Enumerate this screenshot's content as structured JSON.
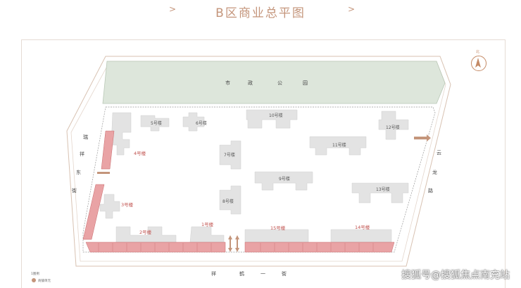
{
  "header": {
    "title": "B区商业总平图",
    "prev_arrow": ">",
    "next_arrow": ">"
  },
  "compass": {
    "north": "北"
  },
  "streets": {
    "top": [
      "市",
      "政",
      "公",
      "园"
    ],
    "bottom": [
      "祥",
      "鹤",
      "一",
      "街"
    ],
    "left": [
      "瑞",
      "祥",
      "东",
      "街"
    ],
    "right": [
      "云",
      "龙",
      "路"
    ]
  },
  "buildings": {
    "b1": "1号楼",
    "b2": "2号楼",
    "b3": "3号楼",
    "b4": "4号楼",
    "b5": "5号楼",
    "b6": "6号楼",
    "b7": "7号楼",
    "b8": "8号楼",
    "b9": "9号楼",
    "b10": "10号楼",
    "b11": "11号楼",
    "b12": "12号楼",
    "b13": "13号楼",
    "b14": "14号楼",
    "b15": "15号楼"
  },
  "legend": {
    "title": "1图例",
    "item": "商铺单元"
  },
  "watermark": "搜狐号@搜狐焦点南充站",
  "colors": {
    "accent": "#c4957b",
    "park": "#dde6db",
    "shop": "#e9a3a5",
    "building": "#e3e3e3"
  }
}
